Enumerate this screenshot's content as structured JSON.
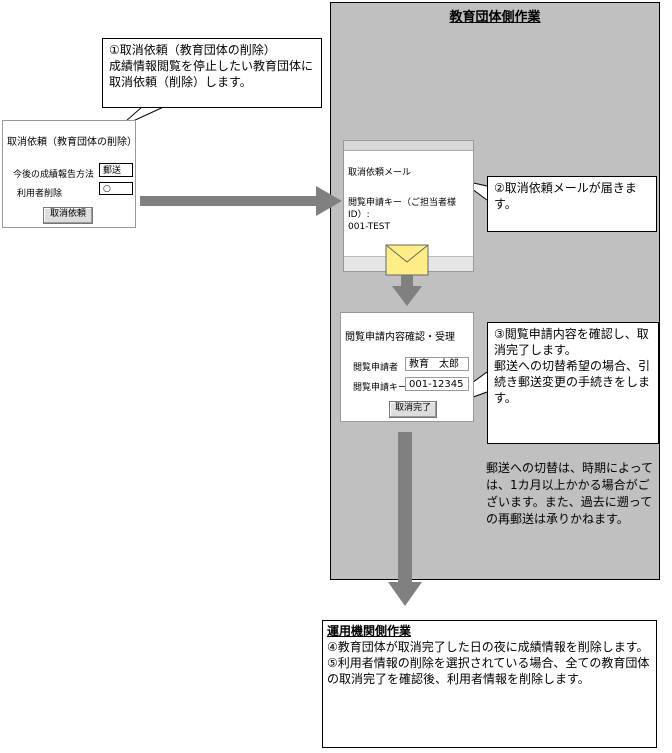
{
  "edu_panel": {
    "title": "教育団体側作業"
  },
  "callout1": {
    "text": "①取消依頼（教育団体の削除）\n成績情報閲覧を停止したい教育団体に取消依頼（削除）します。"
  },
  "cancel_form": {
    "title": "取消依頼（教育団体の削除）",
    "report_method_label": "今後の成績報告方法",
    "report_method_value": "郵送",
    "user_delete_label": "利用者削除",
    "user_delete_value": "○",
    "button_label": "取消依頼"
  },
  "mail_window": {
    "subject": "取消依頼メール",
    "key_label": "閲覧申請キー（ご担当者様ID）:",
    "key_value": "001-TEST"
  },
  "callout2": {
    "text": "②取消依頼メールが届きます。"
  },
  "review_form": {
    "title": "閲覧申請内容確認・受理",
    "applicant_label": "閲覧申請者",
    "applicant_value": "教育　太郎",
    "key_label": "閲覧申請キー",
    "key_value": "001-12345",
    "button_label": "取消完了"
  },
  "callout3": {
    "text": "③閲覧申請内容を確認し、取消完了します。\n郵送への切替希望の場合、引続き郵送変更の手続きをします。"
  },
  "postal_note": {
    "text": "郵送への切替は、時期によっては、1カ月以上かかる場合がございます。また、過去に遡っての再郵送は承りかねます。"
  },
  "ops_box": {
    "title": "運用機関側作業",
    "step4": "④教育団体が取消完了した日の夜に成績情報を削除します。",
    "step5": "⑤利用者情報の削除を選択されている場合、全ての教育団体の取消完了を確認後、利用者情報を削除します。"
  },
  "colors": {
    "panel": "#c0c0c0",
    "arrow": "#808080",
    "envelope": "#ffee88"
  }
}
